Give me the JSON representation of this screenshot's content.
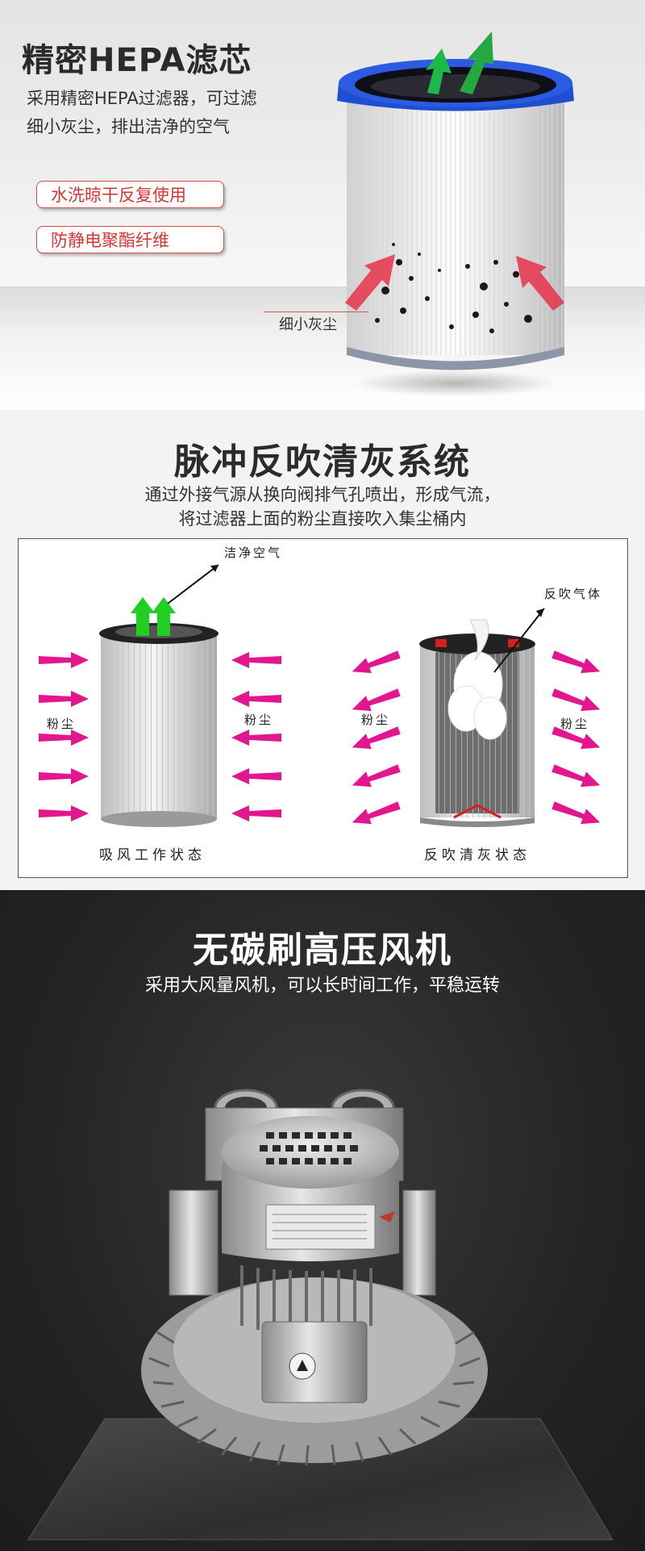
{
  "hepa": {
    "title": "精密HEPA滤芯",
    "desc_lines": [
      "采用精密HEPA过滤器，可过滤",
      "细小灰尘，排出洁净的空气"
    ],
    "tags": [
      "水洗晾干反复使用",
      "防静电聚酯纤维"
    ],
    "dust_label": "细小灰尘"
  },
  "pulse": {
    "title": "脉冲反吹清灰系统",
    "desc_lines": [
      "通过外接气源从换向阀排气孔喷出，形成气流，",
      "将过滤器上面的粉尘直接吹入集尘桶内"
    ],
    "diagram": {
      "clean_air_label": "洁净空气",
      "reverse_gas_label": "反吹气体",
      "dust_label": "粉尘",
      "left_caption": "吸风工作状态",
      "right_caption": "反吹清灰状态"
    }
  },
  "blower": {
    "title": "无碳刷高压风机",
    "desc": "采用大风量风机，可以长时间工作，平稳运转"
  },
  "colors": {
    "tag_border": "#d94b4b",
    "tag_text": "#d23636",
    "filter_cap": "#1f4fd1",
    "arrow_magenta": "#e2168f",
    "arrow_green": "#20d020"
  }
}
